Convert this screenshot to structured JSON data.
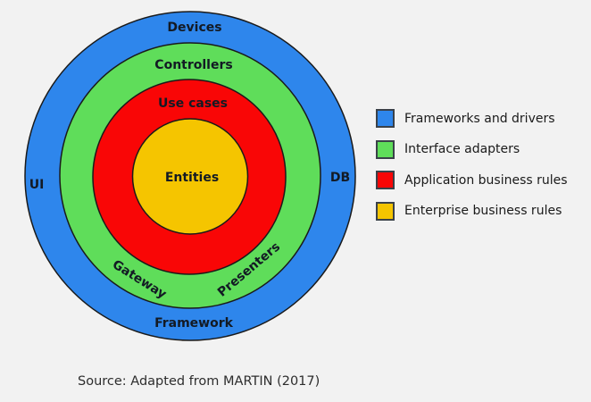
{
  "background_color": "#f2f2f2",
  "stroke_color": "#1a1a1a",
  "rings": [
    {
      "id": "frameworks-and-drivers",
      "color": "#2e86ec",
      "label": "Frameworks and drivers"
    },
    {
      "id": "interface-adapters",
      "color": "#5fdd5a",
      "label": "Interface adapters"
    },
    {
      "id": "application-business-rules",
      "color": "#f90606",
      "label": "Application business rules"
    },
    {
      "id": "enterprise-business-rules",
      "color": "#f5c500",
      "label": "Enterprise business rules"
    }
  ],
  "circle_labels": {
    "devices": "Devices",
    "controllers": "Controllers",
    "use_cases": "Use cases",
    "entities": "Entities",
    "ui": "UI",
    "db": "DB",
    "gateway": "Gateway",
    "presenters": "Presenters",
    "framework": "Framework"
  },
  "caption": "Source: Adapted from MARTIN (2017)"
}
